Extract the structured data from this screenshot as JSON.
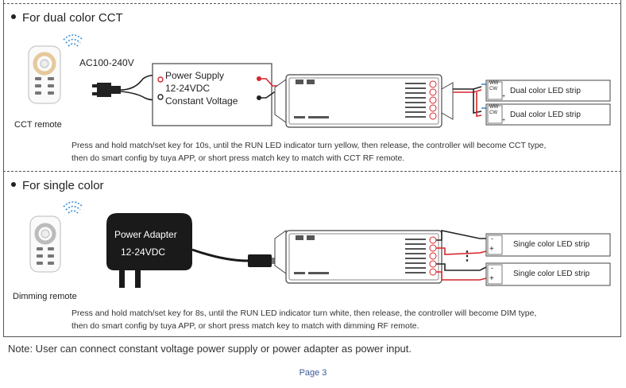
{
  "sections": [
    {
      "title": "For dual color CCT",
      "remote_label": "CCT remote",
      "input_label": "AC100-240V",
      "supply_lines": [
        "Power Supply",
        "12-24VDC",
        "Constant Voltage"
      ],
      "strips": [
        "Dual color LED strip",
        "Dual color LED strip"
      ],
      "strip_pins": [
        "WW",
        "CW",
        "+"
      ],
      "description": [
        "Press and hold match/set key for 10s, until the RUN LED indicator turn yellow, then release, the controller will become CCT type,",
        "then do  smart  config by  tuya  APP, or  short press match key to match  with  CCT  RF  remote."
      ]
    },
    {
      "title": "For single color",
      "remote_label": "Dimming remote",
      "adapter_lines": [
        "Power Adapter",
        "12-24VDC"
      ],
      "strips": [
        "Single color LED strip",
        "Single color LED strip"
      ],
      "strip_pins": [
        "-",
        "+"
      ],
      "ellipsis": "⋮",
      "description": [
        "Press and hold match/set key for 8s, until the RUN LED indicator turn white, then release, the controller will become DIM type,",
        "then do  smart  config by  tuya  APP, or  short press match key to match with dimming  RF  remote."
      ]
    }
  ],
  "note": "Note: User can connect constant voltage power supply or power adapter as power input.",
  "page_label": "Page 3",
  "colors": {
    "wire_red": "#d6262b",
    "wire_black": "#222222",
    "wire_blue": "#3a8fd6",
    "accent_blue": "#3a5a9a"
  }
}
